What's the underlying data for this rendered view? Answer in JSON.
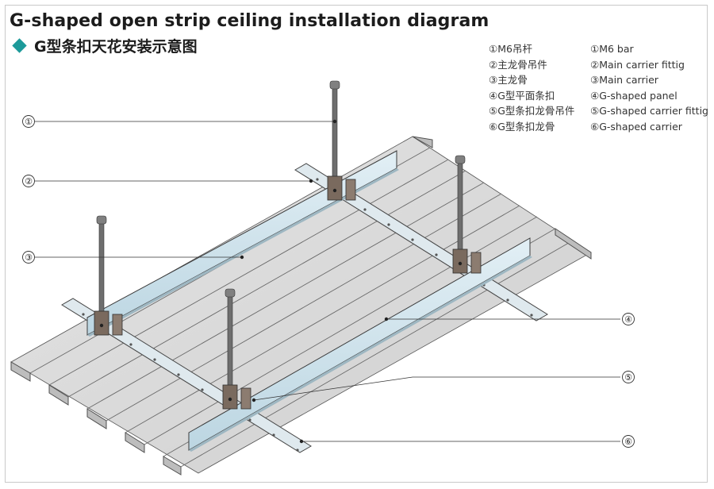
{
  "title": "G-shaped open strip ceiling installation diagram",
  "subtitle": "G型条扣天花安装示意图",
  "legend_cn": [
    "①M6吊杆",
    "②主龙骨吊件",
    "③主龙骨",
    "④G型平面条扣",
    "⑤G型条扣龙骨吊件",
    "⑥G型条扣龙骨"
  ],
  "legend_en": [
    "①M6 bar",
    "②Main carrier fittig",
    "③Main carrier",
    "④G-shaped panel",
    "⑤G-shaped carrier fittig",
    "⑥G-shaped carrier"
  ],
  "callouts": [
    "①",
    "②",
    "③",
    "④",
    "⑤",
    "⑥"
  ],
  "colors": {
    "accent": "#1d9a9a",
    "panel": "#d9d9d9",
    "carrier": "#cfe3ec",
    "rod": "#6e6e6e",
    "hanger": "#7a6a5e"
  }
}
